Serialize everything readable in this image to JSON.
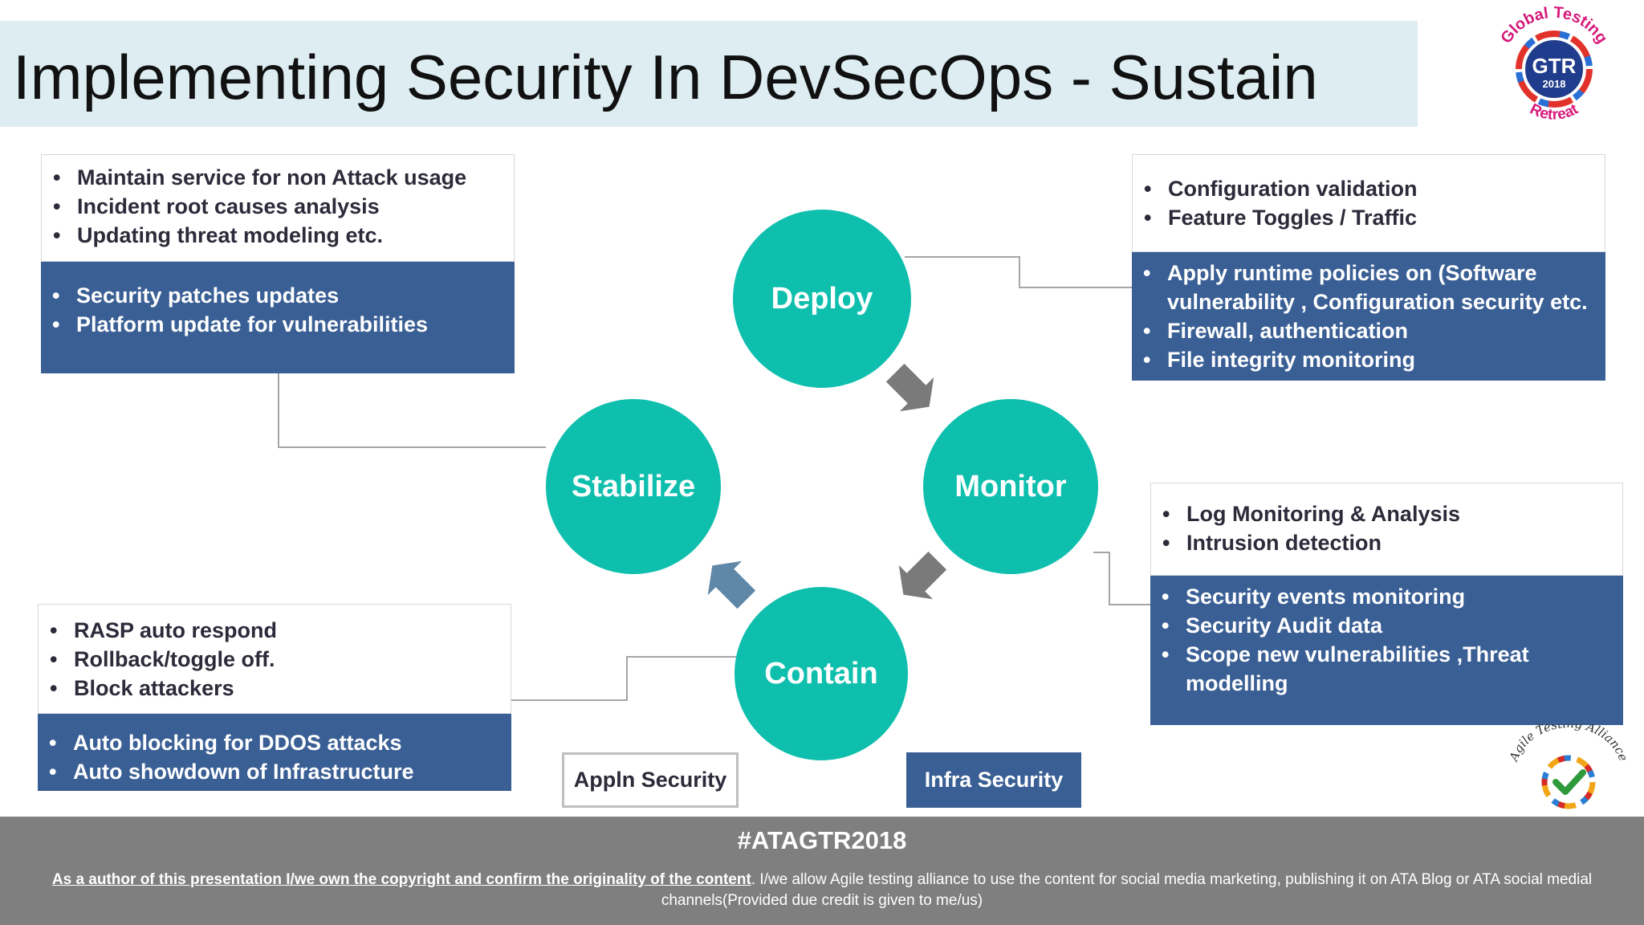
{
  "title": "Implementing Security In DevSecOps - Sustain",
  "gtr_logo": {
    "top_text": "Global Testing",
    "center_text": "GTR",
    "year": "2018",
    "bottom_text": "Retreat"
  },
  "ata_logo": {
    "text": "Agile Testing Alliance"
  },
  "cycle": {
    "deploy": "Deploy",
    "monitor": "Monitor",
    "contain": "Contain",
    "stabilize": "Stabilize"
  },
  "panels": {
    "stabilize": {
      "white": [
        "Maintain service for non Attack usage",
        "Incident root causes analysis",
        "Updating threat modeling etc."
      ],
      "blue": [
        "Security patches updates",
        "Platform update for vulnerabilities"
      ]
    },
    "deploy": {
      "white": [
        "Configuration validation",
        "Feature Toggles / Traffic"
      ],
      "blue": [
        "Apply runtime policies on (Software vulnerability , Configuration security etc.",
        "Firewall, authentication",
        "File integrity monitoring"
      ]
    },
    "monitor": {
      "white": [
        "Log Monitoring & Analysis",
        "Intrusion detection"
      ],
      "blue": [
        "Security events monitoring",
        "Security Audit data",
        "Scope new vulnerabilities ,Threat modelling"
      ]
    },
    "contain": {
      "white": [
        "RASP auto respond",
        "Rollback/toggle off.",
        "Block attackers"
      ],
      "blue": [
        "Auto blocking for DDOS attacks",
        "Auto showdown of Infrastructure"
      ]
    }
  },
  "legend": {
    "appln": "Appln Security",
    "infra": "Infra Security"
  },
  "footer": {
    "hashtag": "#ATAGTR2018",
    "notice_underlined": "As a author of this presentation I/we own the copyright and confirm the originality of the content",
    "notice_rest": ". I/we allow Agile testing alliance to use the content for social media marketing, publishing it on ATA Blog or ATA social medial channels(Provided due credit is given to me/us)"
  },
  "colors": {
    "teal": "#0fbfad",
    "blue": "#3a5f95",
    "title_band": "#ddedf2",
    "footer": "#7f7f7f",
    "arrow_gray": "#7a7a7a",
    "arrow_blue": "#5f87a8"
  }
}
